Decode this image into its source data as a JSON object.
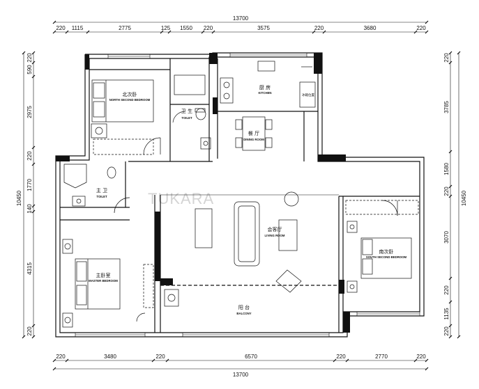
{
  "watermark": "TUKARA",
  "dimensions": {
    "top_total": "13700",
    "top": [
      "220",
      "1115",
      "2775",
      "125",
      "1550",
      "220",
      "3575",
      "220",
      "3680",
      "220"
    ],
    "bottom": [
      "220",
      "3480",
      "220",
      "6570",
      "220",
      "2770",
      "220"
    ],
    "bottom_total": "13700",
    "left": [
      "220",
      "590",
      "2975",
      "220",
      "1770",
      "140",
      "4315",
      "220"
    ],
    "left_total": "10450",
    "right": [
      "220",
      "3785",
      "1580",
      "220",
      "3070",
      "220",
      "1135",
      "220"
    ],
    "right_total": "10450"
  },
  "rooms": {
    "north_bedroom": {
      "cn": "北次卧",
      "en": "NORTH SECOND BEDROOM"
    },
    "toilet_north": {
      "cn": "卫 生",
      "en": "TOILET"
    },
    "kitchen": {
      "cn": "厨 房",
      "en": "KITCHEN"
    },
    "fridge": {
      "cn": "冰箱位置"
    },
    "dining": {
      "cn": "餐 厅",
      "en": "DINING ROOM"
    },
    "master_toilet": {
      "cn": "主 卫",
      "en": "TOILET"
    },
    "living": {
      "cn": "会客厅",
      "en": "LIVING ROOM"
    },
    "south_bedroom": {
      "cn": "南次卧",
      "en": "SOUTH SECOND BEDROOM"
    },
    "master_bedroom": {
      "cn": "主卧室",
      "en": "MASTER BEDROOM"
    },
    "balcony": {
      "cn": "阳 台",
      "en": "BALCONY"
    }
  }
}
